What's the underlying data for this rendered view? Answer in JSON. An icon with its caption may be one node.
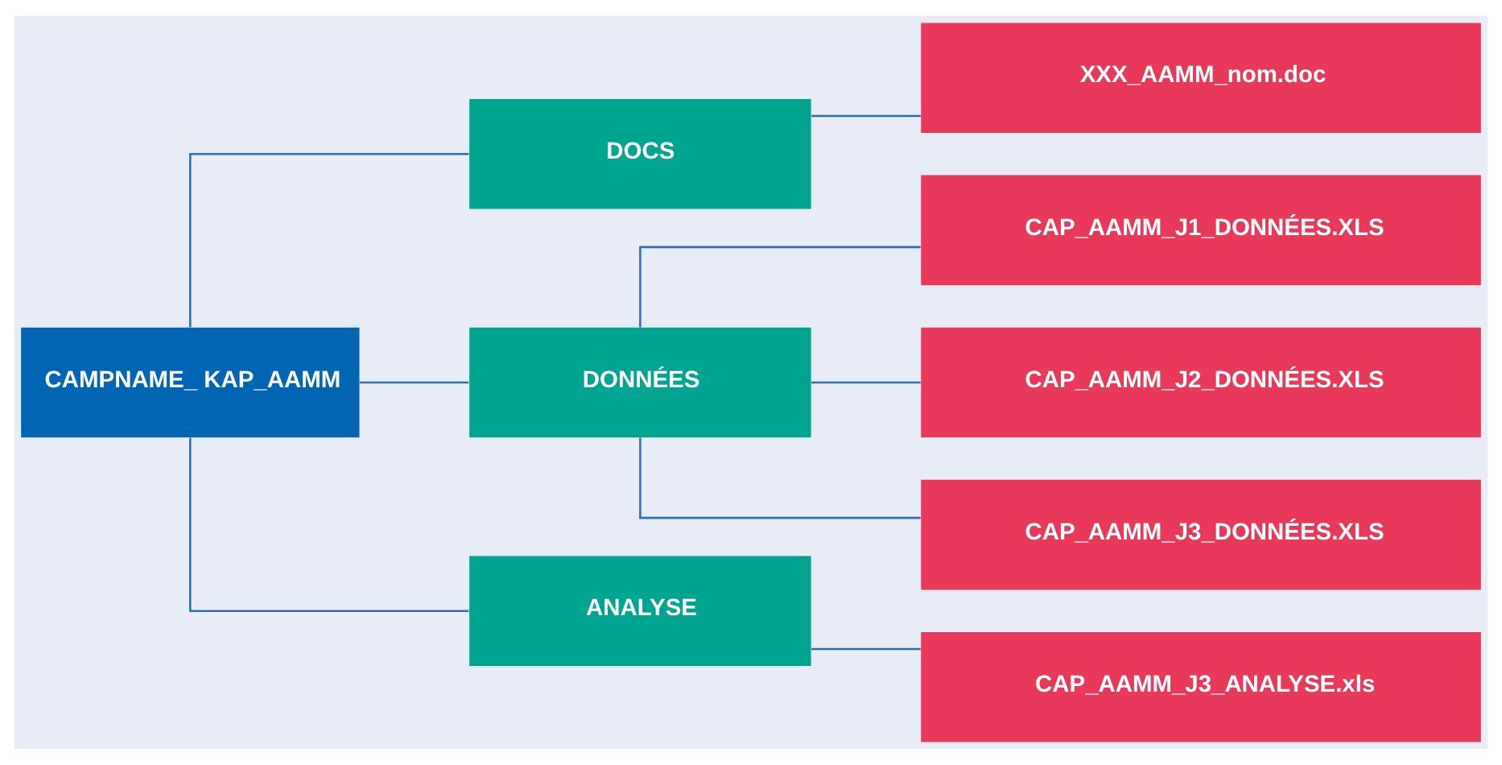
{
  "diagram": {
    "nodes": [
      {
        "text": [
          "CAMPNAME_ KAP_AAMM"
        ]
      },
      {
        "text": [
          "DOCS"
        ]
      },
      {
        "text": [
          "DONNÉES"
        ]
      },
      {
        "text": [
          "ANALYSE"
        ]
      },
      {
        "text": [
          "XXX_AAMM_nom.doc"
        ]
      },
      {
        "text": [
          "CAP_AAMM_J1_DONNÉES.XLS"
        ]
      },
      {
        "text": [
          "CAP_AAMM_J2_DONNÉES.XLS"
        ]
      },
      {
        "text": [
          "CAP_AAMM_J3_DONNÉES.XLS"
        ]
      },
      {
        "text": [
          "CAP_AAMM_J3_ANALYSE.xls"
        ]
      }
    ],
    "edges": [
      {
        "from": 0,
        "to": 1,
        "arrow": "none"
      },
      {
        "from": 0,
        "to": 2,
        "arrow": "none"
      },
      {
        "from": 0,
        "to": 3,
        "arrow": "none"
      },
      {
        "from": 1,
        "to": 4,
        "arrow": "none"
      },
      {
        "from": 2,
        "to": 5,
        "arrow": "none"
      },
      {
        "from": 2,
        "to": 6,
        "arrow": "none"
      },
      {
        "from": 2,
        "to": 7,
        "arrow": "none"
      },
      {
        "from": 3,
        "to": 8,
        "arrow": "none"
      }
    ]
  }
}
